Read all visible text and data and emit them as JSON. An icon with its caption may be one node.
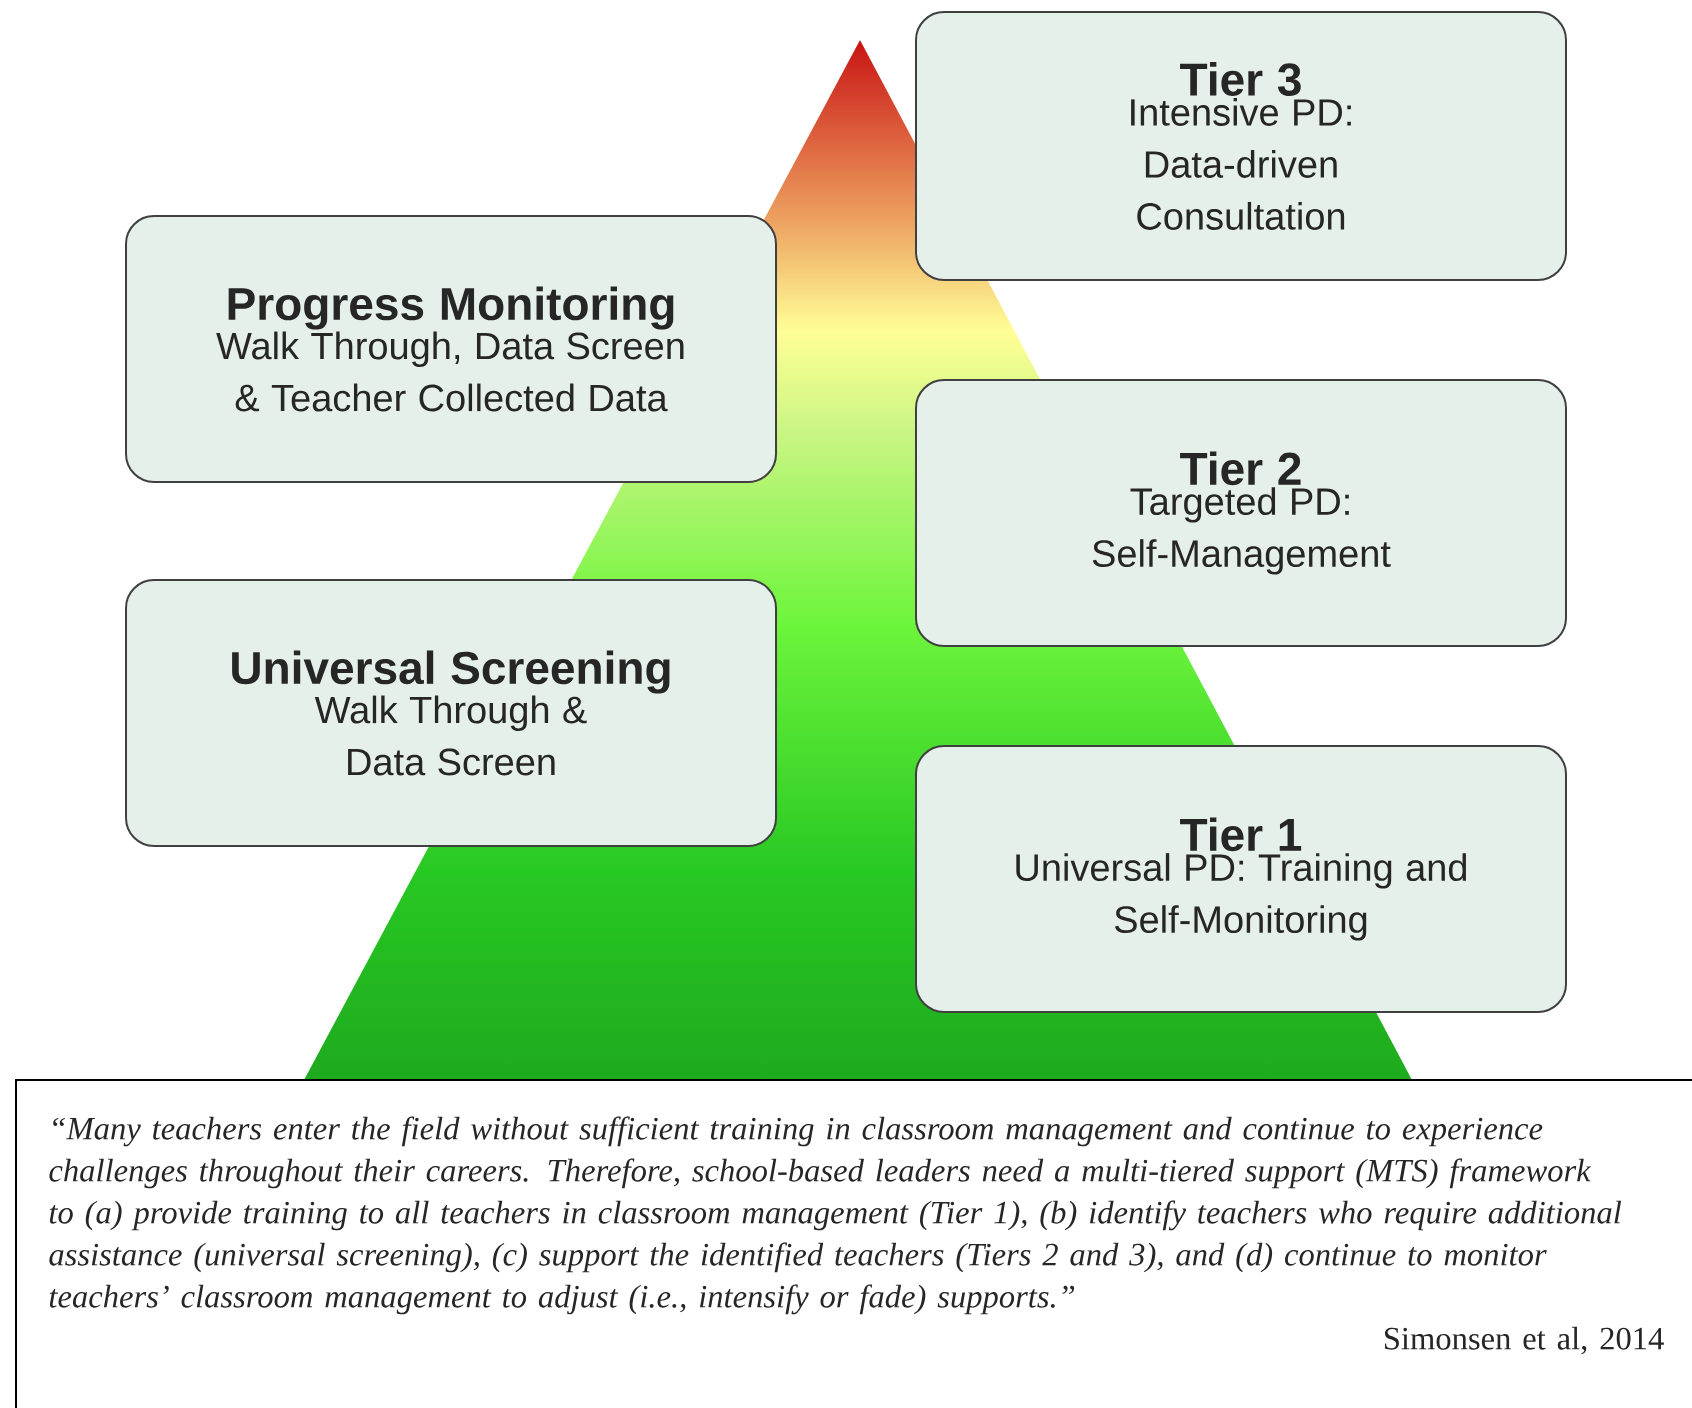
{
  "diagram": {
    "nodes": [
      {
        "text": [
          "Progress Monitoring",
          "Walk Through, Data Screen & Teacher Collected Data"
        ]
      },
      {
        "text": [
          "Universal Screening",
          "Walk Through & Data Screen"
        ]
      },
      {
        "text": [
          "Tier 3",
          "Intensive PD: Data-driven Consultation"
        ]
      },
      {
        "text": [
          "Tier 2",
          "Targeted PD: Self-Management"
        ]
      },
      {
        "text": [
          "Tier 1",
          "Universal PD: Training and Self-Monitoring"
        ]
      },
      {
        "text": [
          "“Many teachers enter the field without sufficient training in classroom management and continue to experience challenges throughout their careers. Therefore, school-based leaders need a multi-tiered support (MTS) framework to (a) provide training to all teachers in classroom management (Tier 1), (b) identify teachers who require additional assistance (universal screening), (c) support the identified teachers (Tiers 2 and 3), and (d) continue to monitor teachers’ classroom management to adjust (i.e., intensify or fade) supports.”",
          "Simonsen et al, 2014"
        ]
      }
    ],
    "edges": []
  }
}
